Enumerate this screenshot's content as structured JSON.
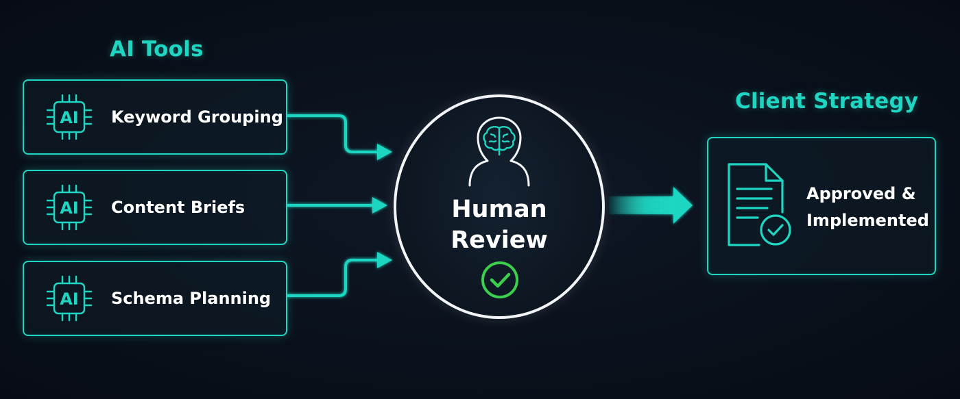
{
  "diagram": {
    "left_heading": "AI Tools",
    "tools": [
      {
        "chip_label": "AI",
        "label": "Keyword Grouping",
        "icon": "ai-chip-icon"
      },
      {
        "chip_label": "AI",
        "label": "Content Briefs",
        "icon": "ai-chip-icon"
      },
      {
        "chip_label": "AI",
        "label": "Schema Planning",
        "icon": "ai-chip-icon"
      }
    ],
    "review": {
      "line1": "Human",
      "line2": "Review",
      "person_icon": "person-with-brain-icon",
      "status_icon": "check-circle-icon"
    },
    "right_heading": "Client Strategy",
    "outcome": {
      "line1": "Approved &",
      "line2": "Implemented",
      "icon": "approved-document-icon"
    },
    "colors": {
      "accent": "#1fd6c2",
      "check": "#3ccf4e",
      "background": "#0a111c",
      "text": "#ffffff"
    }
  }
}
